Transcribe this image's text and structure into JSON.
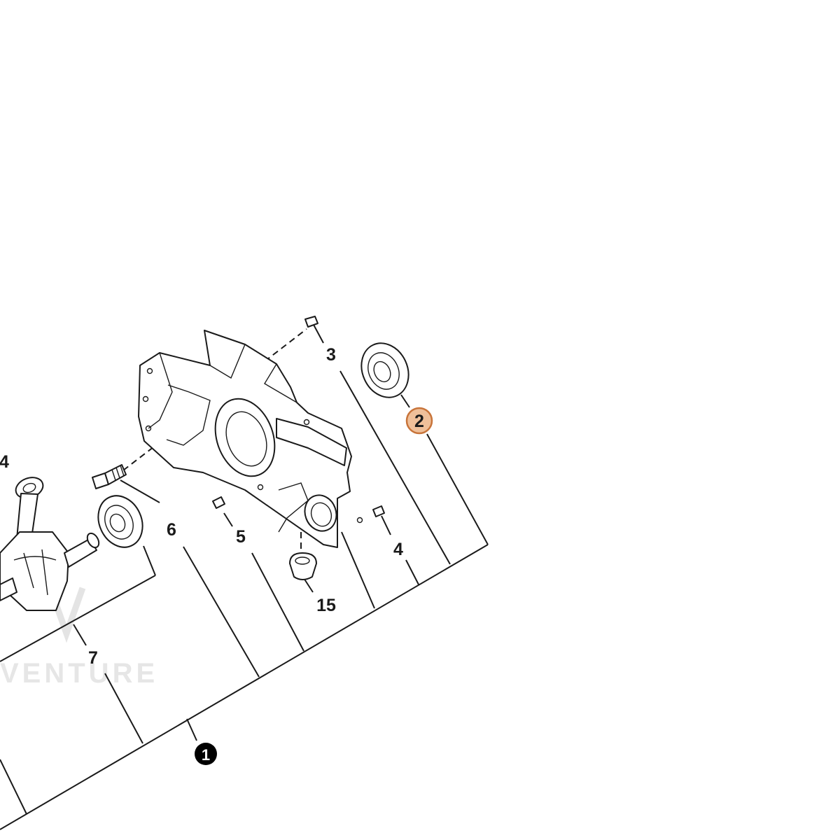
{
  "diagram": {
    "watermark": "VENTURE",
    "callouts": {
      "main_assembly": "1",
      "highlighted": "2",
      "pin_top": "3",
      "pin_right": "4",
      "crank_left": "4",
      "dowel": "5",
      "screw": "6",
      "bearing_left": "7",
      "grommet": "15"
    },
    "colors": {
      "highlight_fill": "#efc09a",
      "highlight_stroke": "#c8743a",
      "line": "#1a1a1a",
      "badge": "#000000"
    }
  }
}
